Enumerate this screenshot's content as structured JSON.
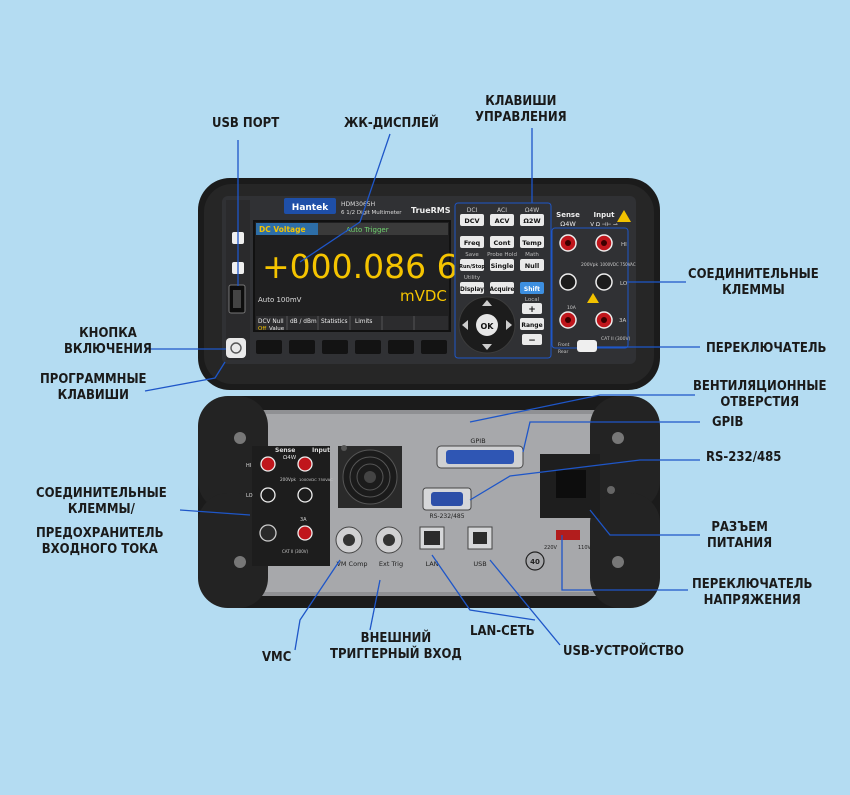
{
  "colors": {
    "background": "#b4dcf2",
    "leader_line": "#1e56c8",
    "lcd_bg": "#222222",
    "lcd_value": "#f5c400",
    "lcd_title_bar": "#3a3a3a",
    "frame_text": "#ffffff",
    "terminal_red": "#c0161c",
    "terminal_black": "#1c1c1c"
  },
  "callouts": {
    "usb_port": "USB ПОРТ",
    "lcd_display": "ЖК-ДИСПЛЕЙ",
    "control_keys": [
      "КЛАВИШИ",
      "УПРАВЛЕНИЯ"
    ],
    "connect_terminals_front": [
      "СОЕДИНИТЕЛЬНЫЕ",
      "КЛЕММЫ"
    ],
    "power_button": [
      "КНОПКА",
      "ВКЛЮЧЕНИЯ"
    ],
    "switch": "ПЕРЕКЛЮЧАТЕЛЬ",
    "soft_keys": [
      "ПРОГРАММНЫЕ",
      "КЛАВИШИ"
    ],
    "vents": [
      "ВЕНТИЛЯЦИОННЫЕ",
      "ОТВЕРСТИЯ"
    ],
    "gpib": "GPIB",
    "rs232": "RS-232/485",
    "connect_terminals_rear": [
      "СОЕДИНИТЕЛЬНЫЕ",
      "КЛЕММЫ/"
    ],
    "fuse": [
      "ПРЕДОХРАНИТЕЛЬ",
      "ВХОДНОГО ТОКА"
    ],
    "power_socket": [
      "РАЗЪЕМ",
      "ПИТАНИЯ"
    ],
    "voltage_switch": [
      "ПЕРЕКЛЮЧАТЕЛЬ",
      "НАПРЯЖЕНИЯ"
    ],
    "lan": "LAN-СЕТЬ",
    "usb_device": "USB-УСТРОЙСТВО",
    "vmc": "VMC",
    "ext_trigger": [
      "ВНЕШНИЙ",
      "ТРИГГЕРНЫЙ ВХОД"
    ]
  },
  "front": {
    "brand": "Hantek",
    "model": "HDM3065H",
    "subtitle": "6 1/2 Digit Multimeter",
    "truerms": "TrueRMS",
    "lcd": {
      "mode": "DC Voltage",
      "trigger": "Auto Trigger",
      "reading": "+000.086 6",
      "unit": "mVDC",
      "range": "Auto 100mV",
      "softkeys": [
        "DCV Null",
        "dB / dBm",
        "Statistics",
        "Limits"
      ],
      "null_state_off": "Off",
      "null_state_value": "Value"
    },
    "keys": {
      "row1_tops": [
        "DCI",
        "ACI",
        "Ω4W"
      ],
      "row1": [
        "DCV",
        "ACV",
        "Ω2W"
      ],
      "row2": [
        "Freq",
        "Cont",
        "Temp"
      ],
      "row2_subs": [
        "Save",
        "Probe Hold",
        "Math"
      ],
      "row3": [
        "Run/Stop",
        "Single",
        "Null"
      ],
      "row3_sub": "Utility",
      "row4": [
        "Display",
        "Acquire",
        "Shift"
      ],
      "local": "Local",
      "plus": "+",
      "range": "Range",
      "minus": "−",
      "ok": "OK"
    },
    "terminals": {
      "sense": "Sense",
      "sense_sub": "Ω4W",
      "input": "Input",
      "input_sub": "V Ω ⊣⊢ ⊸",
      "hi": "HI",
      "lo": "LO",
      "note_200": "200Vpk",
      "note_1000": "1000VDC 750VAC",
      "note_10a": "10A",
      "note_3a": "3A",
      "cat": "CAT II (300V)",
      "front": "Front",
      "rear": "Rear"
    }
  },
  "rear": {
    "gpib": "GPIB",
    "rs232": "RS-232/485",
    "lan": "LAN",
    "usb": "USB",
    "vm_comp": "VM Comp",
    "ext_trig": "Ext Trig",
    "v220": "220V",
    "v110": "110V",
    "sense": "Sense",
    "sense_sub": "Ω4W",
    "input": "Input",
    "hi": "HI",
    "lo": "LO",
    "cat": "CAT II (300V)",
    "note_200": "200Vpk",
    "note_1000": "1000VDC 750VAC",
    "note_3a": "3A",
    "eco": "40"
  }
}
